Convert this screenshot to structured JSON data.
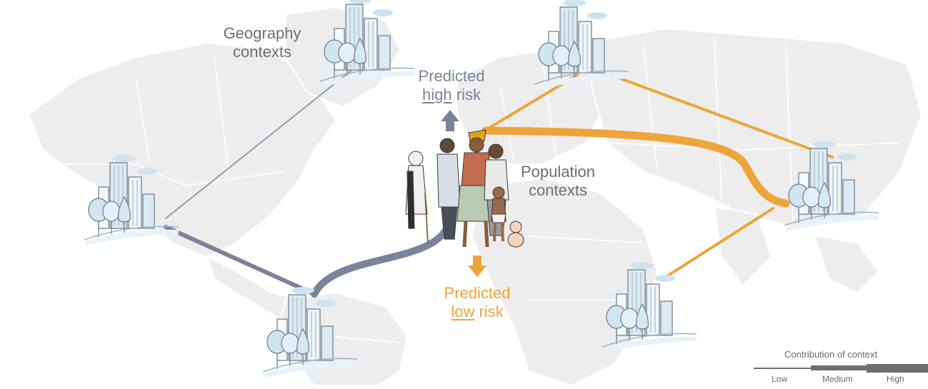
{
  "labels": {
    "geography": [
      "Geography",
      "contexts"
    ],
    "population": [
      "Population",
      "contexts"
    ],
    "high_prefix": "Predicted",
    "high_word": "high",
    "high_suffix": " risk",
    "low_prefix": "Predicted",
    "low_word": "low",
    "low_suffix": " risk"
  },
  "legend": {
    "title": "Contribution of context",
    "levels": [
      "Low",
      "Medium",
      "High"
    ]
  },
  "colors": {
    "high_risk": "#7b829b",
    "low_risk": "#eda43a",
    "map_land": "#ededed",
    "map_border": "#ffffff",
    "legend": "#6e6e6e"
  },
  "cities": [
    {
      "name": "greenland-city-icon"
    },
    {
      "name": "western-north-america-city-icon"
    },
    {
      "name": "central-america-city-icon"
    },
    {
      "name": "northern-europe-city-icon"
    },
    {
      "name": "central-asia-city-icon"
    },
    {
      "name": "east-africa-city-icon"
    }
  ],
  "connections": [
    {
      "name": "greenland-link",
      "risk": "high",
      "contribution": "Low"
    },
    {
      "name": "west-america-link",
      "risk": "high",
      "contribution": "Medium"
    },
    {
      "name": "central-america-link",
      "risk": "high",
      "contribution": "High"
    },
    {
      "name": "north-europe-link",
      "risk": "low",
      "contribution": "Low"
    },
    {
      "name": "europe-to-asia-link",
      "risk": "low",
      "contribution": "Low"
    },
    {
      "name": "central-asia-link",
      "risk": "low",
      "contribution": "High"
    },
    {
      "name": "east-africa-link",
      "risk": "low",
      "contribution": "Low"
    }
  ]
}
